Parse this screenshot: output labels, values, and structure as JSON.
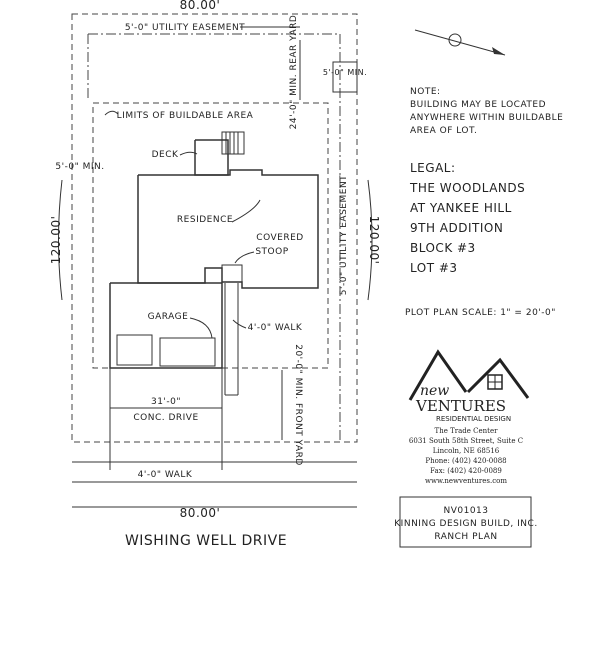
{
  "plan": {
    "top_dim": "80.00'",
    "bottom_dim": "80.00'",
    "left_dim": "120.00'",
    "right_dim": "120.00'",
    "utility_easement_top": "5'-0\" UTILITY EASEMENT",
    "utility_easement_right": "5'-0\" UTILITY EASEMENT",
    "rear_yard": "24'-0\" MIN. REAR YARD",
    "right_min": "5'-0\" MIN.",
    "left_min": "5'-0\" MIN.",
    "buildable": "LIMITS OF BUILDABLE AREA",
    "deck": "DECK",
    "residence": "RESIDENCE",
    "covered_stoop_1": "COVERED",
    "covered_stoop_2": "STOOP",
    "garage": "GARAGE",
    "walk_side": "4'-0\" WALK",
    "drive_width": "31'-0\"",
    "conc_drive": "CONC. DRIVE",
    "front_yard": "20'-0\" MIN. FRONT YARD",
    "walk_bottom": "4'-0\" WALK",
    "street": "WISHING WELL DRIVE"
  },
  "note": {
    "lines": [
      "NOTE:",
      "BUILDING MAY BE LOCATED",
      "ANYWHERE WITHIN BUILDABLE",
      "AREA OF LOT."
    ]
  },
  "legal": {
    "lines": [
      "LEGAL:",
      "THE WOODLANDS",
      "AT YANKEE HILL",
      "9TH ADDITION",
      "BLOCK #3",
      "LOT #3"
    ]
  },
  "scale": "PLOT PLAN SCALE: 1\" = 20'-0\"",
  "logo": {
    "word1": "new",
    "word2": "VENTURES",
    "sub": "RESIDENTIAL DESIGN"
  },
  "company": {
    "lines": [
      "The Trade Center",
      "6031 South 58th Street, Suite C",
      "Lincoln, NE 68516",
      "Phone: (402) 420-0088",
      "Fax:   (402) 420-0089",
      "www.newventures.com"
    ]
  },
  "titleblock": {
    "lines": [
      "NV01013",
      "KINNING DESIGN BUILD, INC.",
      "RANCH PLAN"
    ]
  }
}
